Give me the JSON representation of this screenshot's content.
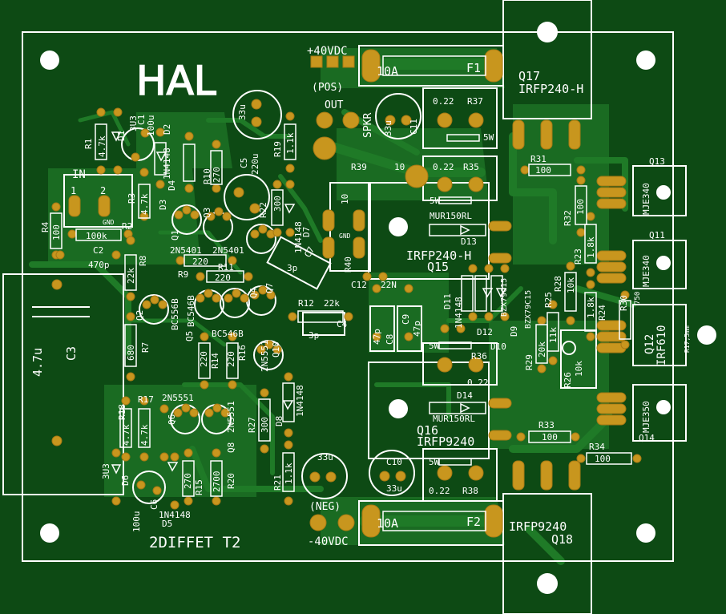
{
  "board": {
    "title": "HAL",
    "subtitle": "2DIFFET T2",
    "colors": {
      "board": "#0d4a14",
      "copper": "#1f7a27",
      "pad": "#c8961e",
      "silk": "#ffffff",
      "hole": "#ffffff"
    }
  },
  "labels": {
    "pos_rail": "+40VDC",
    "pos": "(POS)",
    "neg": "(NEG)",
    "neg_rail": "-40VDC",
    "out": "OUT",
    "spkr": "SPKR",
    "in": "IN",
    "gnd1": "GND",
    "gnd2": "GND",
    "pin1": "1",
    "pin2": "2",
    "fuse1": "F1",
    "fuse2": "F2",
    "amp1": "10A",
    "amp2": "10A",
    "q17": "Q17",
    "q17v": "IRFP240-H",
    "q18": "Q18",
    "q18v": "IRFP9240",
    "q15": "Q15",
    "q15v": "IRFP240-H",
    "q16": "Q16",
    "q16v": "IRFP9240",
    "q13": "Q13",
    "q13v": "MJE340",
    "q11": "Q11",
    "q11v": "MJE340",
    "q12": "Q12",
    "q12v": "IRF610",
    "q14": "Q14",
    "q14v": "MJE350",
    "hs": "R17,5mm",
    "r37": "R37",
    "r37v": "0.22",
    "r37w": "5W",
    "r35": "R35",
    "r35v": "0.22",
    "r35w": "5W",
    "r36": "R36",
    "r36v": "0.22",
    "r36w": "5W",
    "r38": "R38",
    "r38v": "0.22",
    "r38w": "5W",
    "r39": "R39",
    "r39v": "10",
    "r40": "R40",
    "r40v": "10",
    "r31": "R31",
    "r31v": "100",
    "r32": "R32",
    "r32v": "100",
    "r33": "R33",
    "r33v": "100",
    "r34": "R34",
    "r34v": "100",
    "r23": "R23",
    "r23v": "1.8k",
    "r24": "R24",
    "r24v": "1.8k",
    "r28": "R28",
    "r28v": "10k",
    "r25": "R25",
    "r25v": "11k",
    "r29": "R29",
    "r29v": "20k",
    "r26": "R26",
    "r26v": "10k",
    "r30": "R30",
    "r30v": "750",
    "d13": "D13",
    "d13v": "MUR150RL",
    "d14": "D14",
    "d14v": "MUR150RL",
    "d11": "D11",
    "d11v": "1N4148",
    "d12": "D12",
    "d9": "D9",
    "d9v": "BZX79C15",
    "d10": "D10",
    "d10v": "BZX79C15",
    "c8": "C8",
    "c8v": "47p",
    "c9": "C9",
    "c9v": "47p",
    "c10": "C10",
    "c10v": "33u",
    "c11": "C11",
    "c11v": "33u",
    "c12": "C12",
    "c12v": "22N",
    "r1": "R1",
    "r1v": "4.7k",
    "d1": "D1",
    "d1v": "3U3",
    "d2": "D2",
    "d2v": "1N4148",
    "c1": "C1",
    "c1v": "100u",
    "r3": "R3",
    "r3v": "4.7k",
    "d3": "D3",
    "d4": "D4",
    "r4": "R4",
    "r4v": "100",
    "r2": "R2",
    "r2v": "100k",
    "c2": "C2",
    "c2v": "470p",
    "r8": "R8",
    "r8v": "22k",
    "r7": "R7",
    "r7v": "680",
    "r10": "R10",
    "r10v": "270",
    "c5": "C5",
    "c5v": "220u",
    "r19": "R19",
    "r19v": "1.1k",
    "r22": "R22",
    "r22v": "300",
    "d7": "D7",
    "d7v": "1N4148",
    "q1": "Q1",
    "q1v": "2N5401",
    "q3": "Q3",
    "q3v": "2N5401",
    "r9": "R9",
    "r9v": "220",
    "r11": "R11",
    "r11v": "220",
    "q2": "Q2",
    "q2v": "BC556B",
    "q5": "Q5",
    "q5v": "BC546B",
    "q4": "Q4",
    "q7": "Q7",
    "q7v": "BC546B",
    "r14": "R14",
    "r14v": "220",
    "r16": "R16",
    "r16v": "220",
    "r12": "R12",
    "r12v": "22k",
    "c4": "C4",
    "c4v": "3p",
    "c7": "C7",
    "c7v": "3p",
    "q10": "Q10",
    "q10v": "2N5551",
    "q8": "Q8",
    "q8v": "2N5551",
    "q6": "Q6",
    "q6v": "2N5551",
    "r27": "R27",
    "r27v": "300",
    "d8": "D8",
    "d8v": "1N4148",
    "r21": "R21",
    "r21v": "1.1k",
    "r18": "R18",
    "r18v": "4.7k",
    "r17": "R17",
    "r17v": "4.7k",
    "r15": "R15",
    "r15v": "270",
    "r20": "R20",
    "r20v": "2700",
    "d6": "D6",
    "d6v": "3U3",
    "c6": "C6",
    "c6v": "100u",
    "d5": "D5",
    "d5v": "1N4148",
    "c3": "C3",
    "c3v": "4.7u",
    "cap33a": "33u",
    "cap33b": "33u"
  }
}
